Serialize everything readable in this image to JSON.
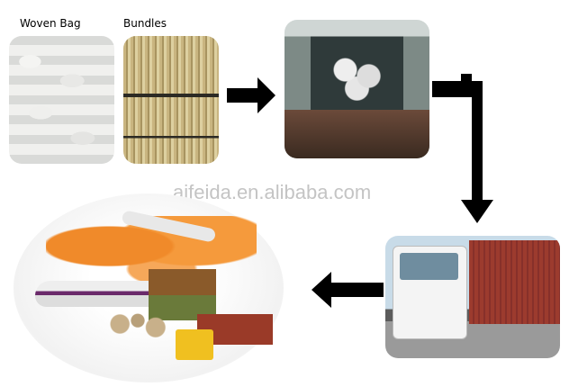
{
  "labels": {
    "woven_bag": "Woven Bag",
    "bundles": "Bundles"
  },
  "watermark": "ajfeida.en.alibaba.com",
  "steps": [
    "packing-woven-bag",
    "packing-bundles",
    "container-loading",
    "truck-transport",
    "global-shipping"
  ],
  "colors": {
    "arrow": "#000000",
    "watermark": "#c4c4c4"
  }
}
